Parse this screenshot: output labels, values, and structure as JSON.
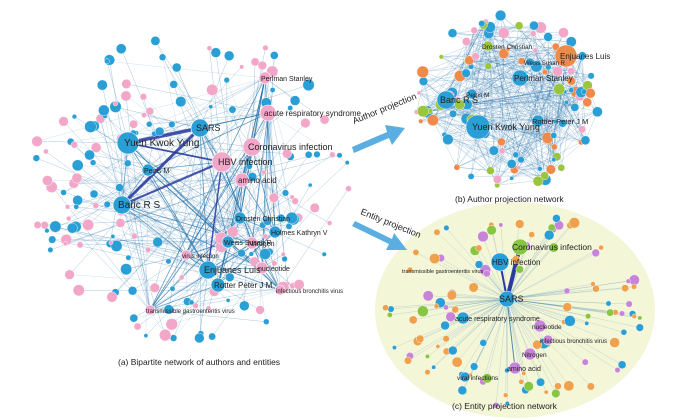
{
  "captions": {
    "bipartite": "(a) Bipartite network of authors and entities",
    "author": "(b) Author projection network",
    "entity": "(c) Entity projection network"
  },
  "arrows": {
    "author": "Author projection",
    "entity": "Entity projection"
  },
  "colors": {
    "author_node": "#2a9fd6",
    "entity_node": "#f2a7c9",
    "edge": "#1f6fa8",
    "strong_edge": "#2b3a9e",
    "arrow": "#5aaee0",
    "entity_bg": "#f4f6d8",
    "author_orange": "#f08a4b",
    "author_green": "#9bc53d",
    "entity_purple": "#c884d9",
    "entity_orange": "#f0a14b",
    "entity_green": "#88c540"
  },
  "networks": {
    "bipartite": {
      "labels": [
        "Perlman Stanley",
        "SARS",
        "acute respiratory syndrome",
        "Coronavirus infection",
        "Yuen Kwok Yung",
        "HBV infection",
        "amino acid",
        "Peiris M",
        "Baric R S",
        "Drosten Christian",
        "Nitrogen",
        "Weiss Susan R",
        "Holmes Kathryn V",
        "virus infection",
        "Enjuanes Luis",
        "Rotter Peter J M",
        "nucleotide",
        "infectious bronchitis virus",
        "transmissible gastroenteritis virus"
      ]
    },
    "author": {
      "labels": [
        "Drosten Christian",
        "Enjuanes Luis",
        "Weiss Susan R",
        "Perlman Stanley",
        "Peiris M",
        "Baric R S",
        "Rottier Peter J M",
        "Yuen Kwok Yung"
      ]
    },
    "entity": {
      "labels": [
        "Coronavirus infection",
        "HBV infection",
        "SARS",
        "acute respiratory syndrome",
        "nucleotide",
        "infectious bronchitis virus",
        "Nitrogen",
        "amino acid",
        "viral infections",
        "transmissible gastroenteritis virus"
      ]
    }
  }
}
